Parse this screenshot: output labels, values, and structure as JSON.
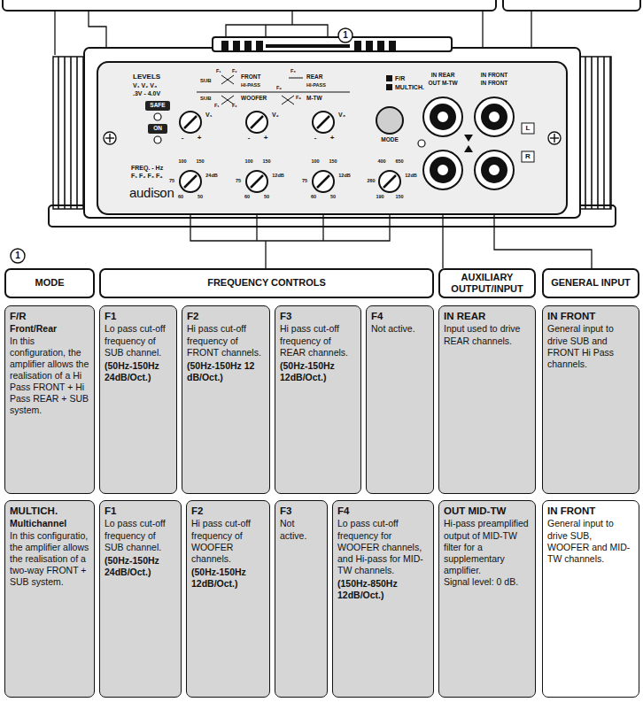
{
  "diagram": {
    "nodes": [
      {
        "text": [
          "MODE"
        ]
      },
      {
        "text": [
          "FREQUENCY CONTROLS"
        ]
      },
      {
        "text": [
          "AUXILIARY OUTPUT/INPUT"
        ]
      },
      {
        "text": [
          "GENERAL INPUT"
        ]
      },
      {
        "text": [
          "F/R",
          "Front/Rear",
          "In this configuration, the amplifier allows the realisation of a Hi Pass FRONT + Hi Pass REAR + SUB system."
        ]
      },
      {
        "text": [
          "F1",
          "Lo pass cut-off frequency of SUB channel.",
          "(50Hz-150Hz 24dB/Oct.)"
        ]
      },
      {
        "text": [
          "F2",
          "Hi pass cut-off frequency of FRONT channels.",
          "(50Hz-150Hz 12 dB/Oct.)"
        ]
      },
      {
        "text": [
          "F3",
          "Hi pass cut-off frequency of REAR channels.",
          "(50Hz-150Hz 12dB/Oct.)"
        ]
      },
      {
        "text": [
          "F4",
          "Not active."
        ]
      },
      {
        "text": [
          "IN REAR",
          "Input used to drive REAR channels."
        ]
      },
      {
        "text": [
          "IN FRONT",
          "General input to drive SUB and FRONT Hi Pass channels."
        ]
      },
      {
        "text": [
          "MULTICH.",
          "Multichannel",
          "In this configuratio, the amplifier allows the realisation of a two-way FRONT + SUB system."
        ]
      },
      {
        "text": [
          "F1",
          "Lo pass cut-off frequency of SUB channel.",
          "(50Hz-150Hz 24dB/Oct.)"
        ]
      },
      {
        "text": [
          "F2",
          "Hi pass cut-off frequency of WOOFER channels.",
          "(50Hz-150Hz 12dB/Oct.)"
        ]
      },
      {
        "text": [
          "F3",
          "Not active."
        ]
      },
      {
        "text": [
          "F4",
          "Lo pass cut-off frequency for WOOFER channels, and Hi-pass for MID-TW channels.",
          "(150Hz-850Hz 12dB/Oct.)"
        ]
      },
      {
        "text": [
          "OUT MID-TW",
          "Hi-pass preamplified output of MID-TW filter for a supplementary amplifier.",
          "Signal level: 0 dB."
        ]
      },
      {
        "text": [
          "IN FRONT",
          "General input to drive SUB, WOOFER and MID-TW channels."
        ]
      }
    ],
    "labels": [
      "LEVELS",
      "V₁ V₂ V₃",
      ".3V - 4.0V",
      "SAFE",
      "ON",
      "FREQ. - Hz",
      "F₁ F₂ F₃ F₄",
      "audison",
      "SUB",
      "F₁",
      "F₂",
      "FRONT",
      "HI-PASS",
      "F₃",
      "REAR",
      "HI-PASS",
      "SUB",
      "F₁",
      "F₂",
      "WOOFER",
      "F₄",
      "F₄",
      "M-TW",
      "V₁",
      "-",
      "+",
      "V₂",
      "-",
      "+",
      "V₃",
      "-",
      "+",
      "MODE",
      "F/R",
      "MULTICH.",
      "IN REAR",
      "OUT M-TW",
      "IN FRONT",
      "IN FRONT",
      "L",
      "R",
      "100",
      "150",
      "75",
      "24dB",
      "60",
      "50",
      "100",
      "150",
      "75",
      "12dB",
      "60",
      "50",
      "100",
      "150",
      "75",
      "12dB",
      "60",
      "50",
      "400",
      "650",
      "260",
      "12dB",
      "190",
      "150",
      "1",
      "1"
    ]
  }
}
